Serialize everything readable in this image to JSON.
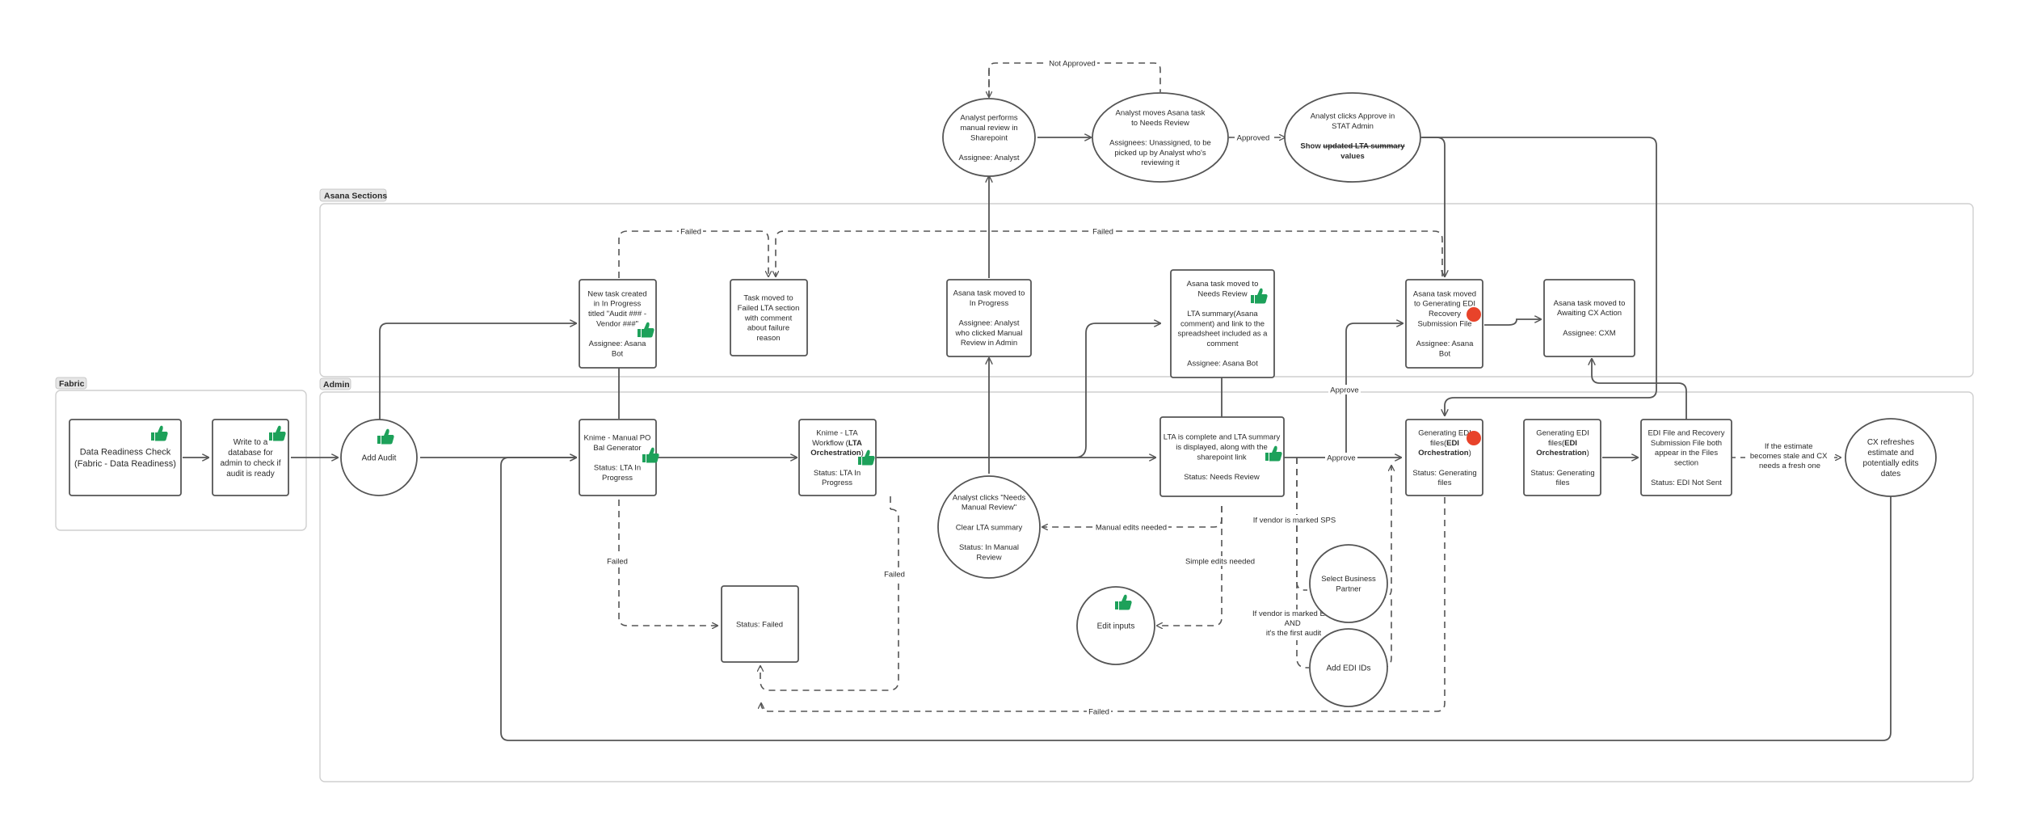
{
  "sections": {
    "fabric": "Fabric",
    "asana": "Asana Sections",
    "admin": "Admin"
  },
  "nodes": {
    "data_readiness": [
      "Data Readiness Check",
      "(Fabric - Data Readiness)"
    ],
    "write_db": [
      "Write to a",
      "database for",
      "admin to check if",
      "audit is ready"
    ],
    "add_audit": [
      "Add Audit"
    ],
    "new_task": [
      "New task created",
      "in In Progress",
      "titled \"Audit ### -",
      "Vendor ###\"",
      "",
      "Assignee: Asana",
      "Bot"
    ],
    "knime_po": [
      "Knime - Manual PO",
      "Bal Generator",
      "",
      "Status: LTA In",
      "Progress"
    ],
    "task_failed": [
      "Task moved to",
      "Failed LTA section",
      "with comment",
      "about failure",
      "reason"
    ],
    "status_failed": [
      "Status: Failed"
    ],
    "knime_lta": [
      [
        {
          "t": "Knime - LTA",
          "b": false
        }
      ],
      [
        {
          "t": "Workflow (",
          "b": false
        },
        {
          "t": "LTA",
          "b": true
        }
      ],
      [
        {
          "t": "Orchestration",
          "b": true
        },
        {
          "t": ")",
          "b": false
        }
      ],
      [
        {
          "t": "",
          "b": false
        }
      ],
      [
        {
          "t": "Status: LTA In",
          "b": false
        }
      ],
      [
        {
          "t": "Progress",
          "b": false
        }
      ]
    ],
    "asana_in_progress": [
      "Asana task moved to",
      "In Progress",
      "",
      "Assignee: Analyst",
      "who clicked Manual",
      "Review in Admin"
    ],
    "analyst_manual": [
      "Analyst performs",
      "manual review in",
      "Sharepoint",
      "",
      "Assignee: Analyst"
    ],
    "analyst_moves": [
      "Analyst moves Asana task",
      "to Needs Review",
      "",
      "Assignees: Unassigned, to be",
      "picked up by Analyst who's",
      "reviewing it"
    ],
    "analyst_approve": [
      [
        {
          "t": "Analyst clicks Approve in",
          "b": false
        }
      ],
      [
        {
          "t": "STAT Admin",
          "b": false
        }
      ],
      [
        {
          "t": "",
          "b": false
        }
      ],
      [
        {
          "t": "Show ",
          "b": true
        },
        {
          "t": "updated LTA summary",
          "b": true,
          "s": true
        }
      ],
      [
        {
          "t": "values",
          "b": true
        }
      ]
    ],
    "needs_manual": [
      "Analyst clicks \"Needs",
      "Manual Review\"",
      "",
      "Clear LTA summary",
      "",
      "Status: In Manual",
      "Review"
    ],
    "edit_inputs": [
      "Edit inputs"
    ],
    "asana_needs_review": [
      "Asana task moved to",
      "Needs Review",
      "",
      "LTA summary(Asana",
      "comment) and link to the",
      "spreadsheet included as a",
      "comment",
      "",
      "Assignee: Asana Bot"
    ],
    "lta_complete": [
      "LTA is complete and LTA summary",
      "is displayed, along with the",
      "sharepoint link",
      "",
      "Status: Needs Review"
    ],
    "select_bp": [
      "Select Business",
      "Partner"
    ],
    "add_edi": [
      "Add EDI IDs"
    ],
    "asana_generating": [
      "Asana task moved",
      "to Generating EDI",
      "Recovery",
      "Submission File",
      "",
      "Assignee: Asana",
      "Bot"
    ],
    "gen_edi_1": [
      [
        {
          "t": "Generating EDI",
          "b": false
        }
      ],
      [
        {
          "t": "files(",
          "b": false
        },
        {
          "t": "EDI",
          "b": true
        }
      ],
      [
        {
          "t": "Orchestration",
          "b": true
        },
        {
          "t": ")",
          "b": false
        }
      ],
      [
        {
          "t": "",
          "b": false
        }
      ],
      [
        {
          "t": "Status: Generating",
          "b": false
        }
      ],
      [
        {
          "t": "files",
          "b": false
        }
      ]
    ],
    "gen_edi_2": [
      [
        {
          "t": "Generating EDI",
          "b": false
        }
      ],
      [
        {
          "t": "files(",
          "b": false
        },
        {
          "t": "EDI",
          "b": true
        }
      ],
      [
        {
          "t": "Orchestration",
          "b": true
        },
        {
          "t": ")",
          "b": false
        }
      ],
      [
        {
          "t": "",
          "b": false
        }
      ],
      [
        {
          "t": "Status: Generating",
          "b": false
        }
      ],
      [
        {
          "t": "files",
          "b": false
        }
      ]
    ],
    "awaiting_cx": [
      "Asana task moved to",
      "Awaiting CX Action",
      "",
      "Assignee: CXM"
    ],
    "edi_recovery": [
      "EDI File and Recovery",
      "Submission File both",
      "appear in the Files",
      "section",
      "",
      "Status: EDI Not Sent"
    ],
    "cx_refresh": [
      "CX refreshes",
      "estimate and",
      "potentially edits",
      "dates"
    ]
  },
  "edge_labels": {
    "not_approved": "Not Approved",
    "approved": "Approved",
    "failed_top_1": "Failed",
    "failed_top_2": "Failed",
    "failed_po": "Failed",
    "failed_lta": "Failed",
    "failed_bottom": "Failed",
    "manual_edits": "Manual edits needed",
    "simple_edits": "Simple edits needed",
    "approve_up": "Approve",
    "approve_right": "Approve",
    "sps": "If vendor is marked SPS",
    "edi_first": [
      "If vendor is marked EDI",
      "AND",
      "it's the first audit"
    ],
    "stale": [
      "If the estimate",
      "becomes stale and CX",
      "needs a fresh one"
    ]
  },
  "colors": {
    "stroke": "#555555",
    "section_border": "#cfcfcf",
    "tag_bg": "#e6e6e6",
    "thumb": "#1da15a",
    "red_dot": "#e8432a"
  },
  "icons": [
    "thumbs-up-icon",
    "red-dot-icon"
  ]
}
